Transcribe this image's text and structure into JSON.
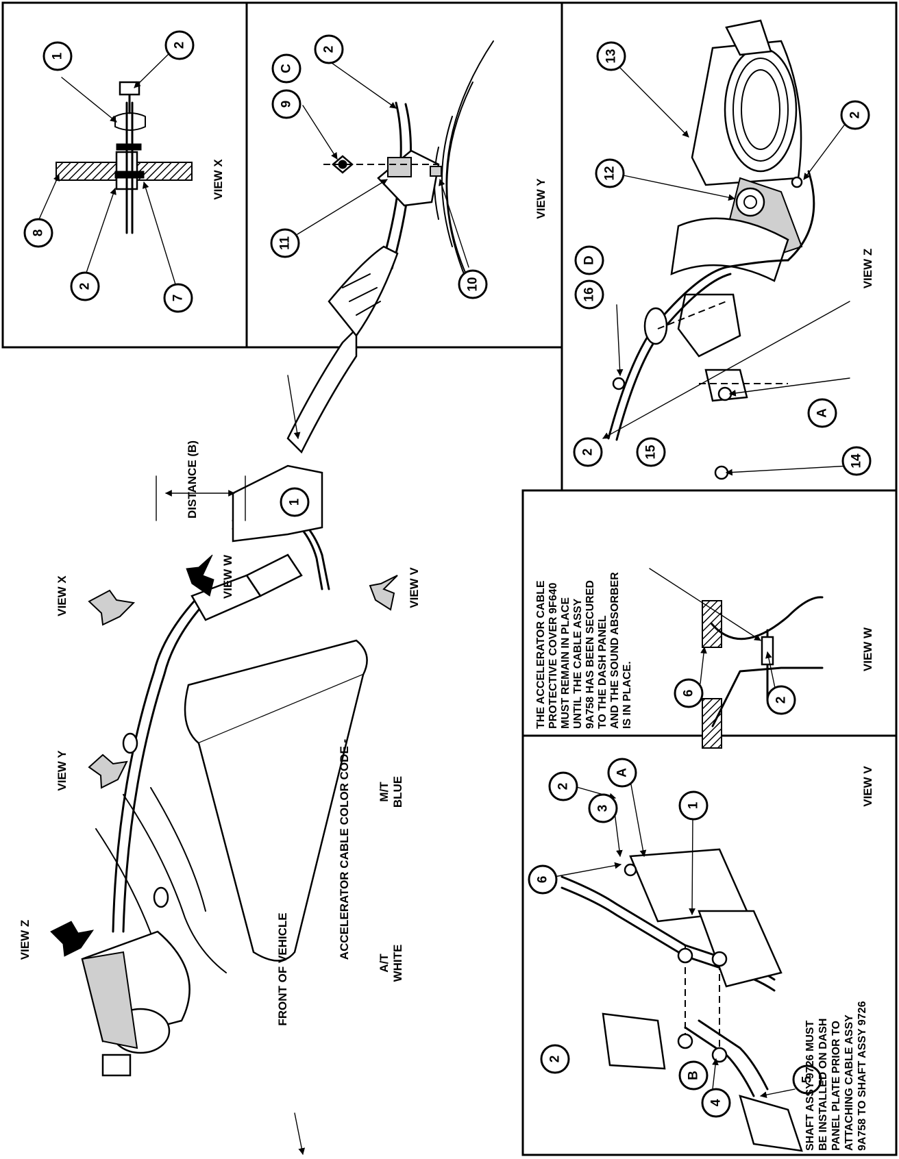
{
  "views": {
    "view_x": "VIEW X",
    "view_y": "VIEW Y",
    "view_z": "VIEW Z",
    "view_w": "VIEW W",
    "view_v": "VIEW V"
  },
  "main": {
    "distance_label": "DISTANCE (B)",
    "front_of_vehicle": "FRONT OF VEHICLE",
    "color_code_title": "ACCELERATOR CABLE COLOR CODE -",
    "at_label": "A/T",
    "at_color": "WHITE",
    "mt_label": "M/T",
    "mt_color": "BLUE"
  },
  "notes": {
    "protective_cover": [
      "THE ACCELERATOR CABLE",
      "PROTECTIVE COVER 9F640",
      "MUST REMAIN IN PLACE",
      "UNTIL THE CABLE ASSY",
      "9A758 HAS BEEN SECURED",
      "TO THE DASH PANEL",
      "AND THE SOUND ABSORBER",
      "IS IN PLACE."
    ],
    "shaft_assy": [
      "SHAFT ASSY 9726 MUST",
      "BE INSTALLED ON DASH",
      "PANEL PLATE PRIOR TO",
      "ATTACHING CABLE ASSY",
      "9A758 TO SHAFT ASSY 9726"
    ]
  },
  "callouts": {
    "n1": "1",
    "n2": "2",
    "n3": "3",
    "n4": "4",
    "n5": "5",
    "n6": "6",
    "n7": "7",
    "n8": "8",
    "n9": "9",
    "n10": "10",
    "n11": "11",
    "n12": "12",
    "n13": "13",
    "n14": "14",
    "n15": "15",
    "n16": "16",
    "a": "A",
    "b": "B",
    "c": "C",
    "d": "D"
  }
}
